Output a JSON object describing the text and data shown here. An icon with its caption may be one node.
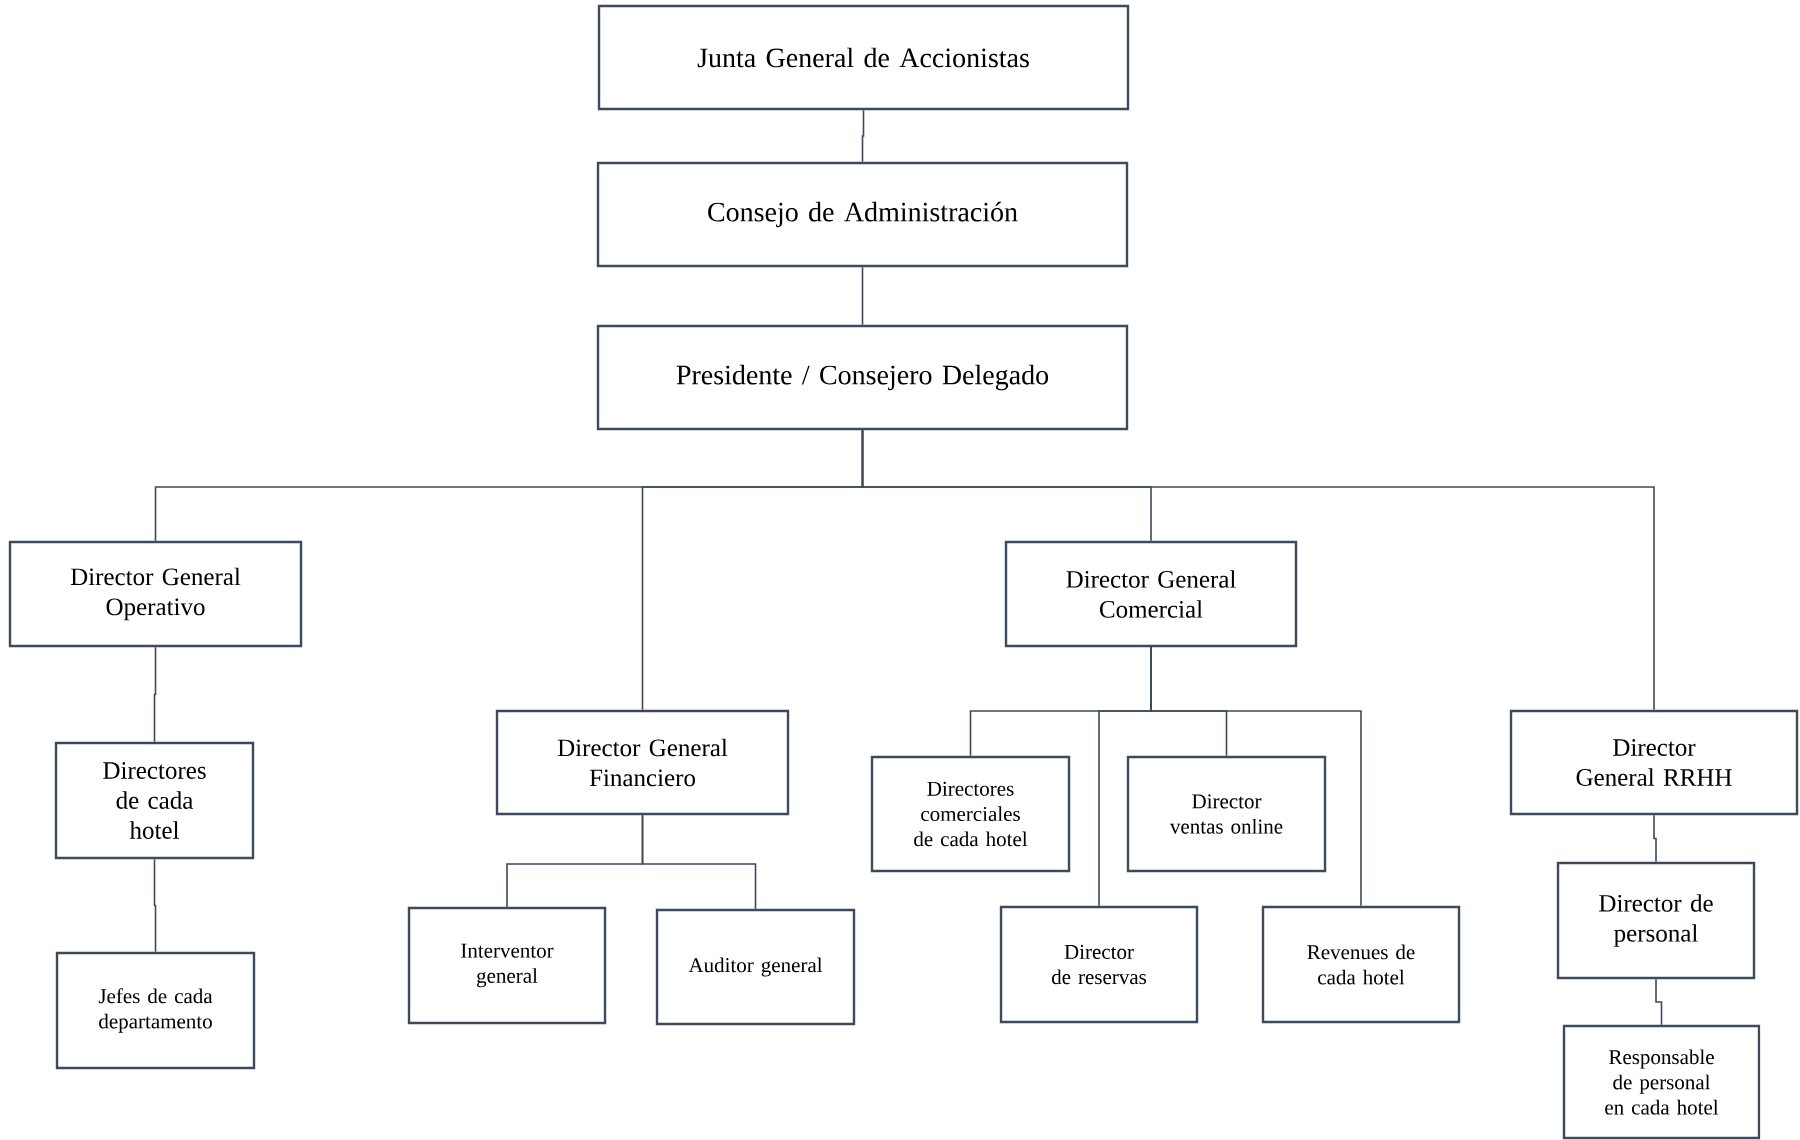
{
  "diagram": {
    "nodes": [
      {
        "text": [
          "Junta General de Accionistas"
        ]
      },
      {
        "text": [
          "Consejo de Administración"
        ]
      },
      {
        "text": [
          "Presidente / Consejero Delegado"
        ]
      },
      {
        "text": [
          "Director General Operativo"
        ]
      },
      {
        "text": [
          "Directores de cada hotel"
        ]
      },
      {
        "text": [
          "Jefes de cada departamento"
        ]
      },
      {
        "text": [
          "Director General Financiero"
        ]
      },
      {
        "text": [
          "Interventor general"
        ]
      },
      {
        "text": [
          "Auditor general"
        ]
      },
      {
        "text": [
          "Director General Comercial"
        ]
      },
      {
        "text": [
          "Directores comerciales de cada hotel"
        ]
      },
      {
        "text": [
          "Director ventas online"
        ]
      },
      {
        "text": [
          "Director de reservas"
        ]
      },
      {
        "text": [
          "Revenues de cada hotel"
        ]
      },
      {
        "text": [
          "Director General RRHH"
        ]
      },
      {
        "text": [
          "Director de personal"
        ]
      },
      {
        "text": [
          "Responsable de personal en cada hotel"
        ]
      }
    ],
    "edges": [
      {
        "from": 0,
        "to": 1,
        "arrow": "none"
      },
      {
        "from": 1,
        "to": 2,
        "arrow": "none"
      },
      {
        "from": 2,
        "to": 3,
        "arrow": "none"
      },
      {
        "from": 2,
        "to": 6,
        "arrow": "none"
      },
      {
        "from": 2,
        "to": 9,
        "arrow": "none"
      },
      {
        "from": 2,
        "to": 14,
        "arrow": "none"
      },
      {
        "from": 3,
        "to": 4,
        "arrow": "none"
      },
      {
        "from": 4,
        "to": 5,
        "arrow": "none"
      },
      {
        "from": 6,
        "to": 7,
        "arrow": "none"
      },
      {
        "from": 6,
        "to": 8,
        "arrow": "none"
      },
      {
        "from": 9,
        "to": 10,
        "arrow": "none"
      },
      {
        "from": 9,
        "to": 11,
        "arrow": "none"
      },
      {
        "from": 9,
        "to": 12,
        "arrow": "none"
      },
      {
        "from": 9,
        "to": 13,
        "arrow": "none"
      },
      {
        "from": 14,
        "to": 15,
        "arrow": "none"
      },
      {
        "from": 15,
        "to": 16,
        "arrow": "none"
      }
    ]
  }
}
